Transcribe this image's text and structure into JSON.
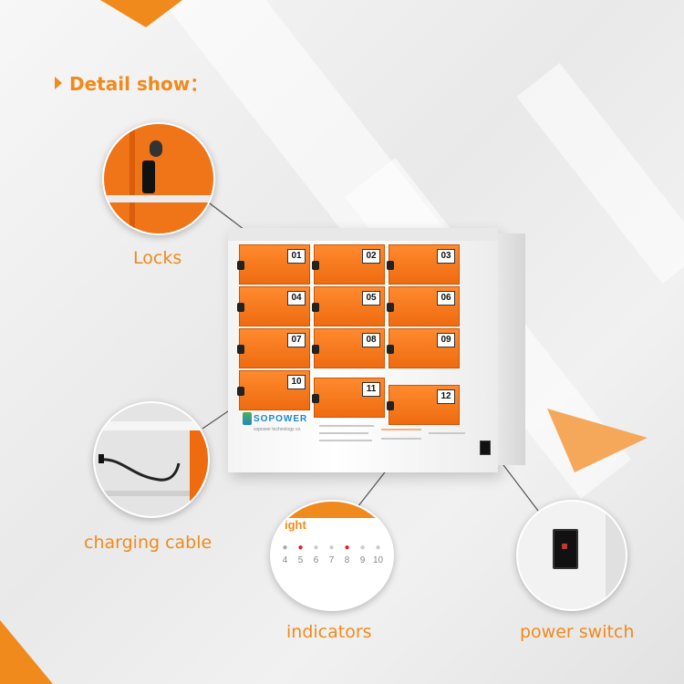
{
  "header": {
    "title": "Detail show："
  },
  "captions": {
    "locks": "Locks",
    "charging_cable": "charging cable",
    "indicators": "indicators",
    "power_switch": "power switch"
  },
  "cabinet": {
    "lockers": [
      "01",
      "02",
      "03",
      "04",
      "05",
      "06",
      "07",
      "08",
      "09",
      "10",
      "11",
      "12"
    ],
    "brand": "SOPOWER",
    "brand_sub": "sopower technology co.",
    "accent": "#f08a1c"
  },
  "indicators": {
    "heading": "ight",
    "numbers": [
      "4",
      "5",
      "6",
      "7",
      "8",
      "9",
      "10"
    ]
  }
}
